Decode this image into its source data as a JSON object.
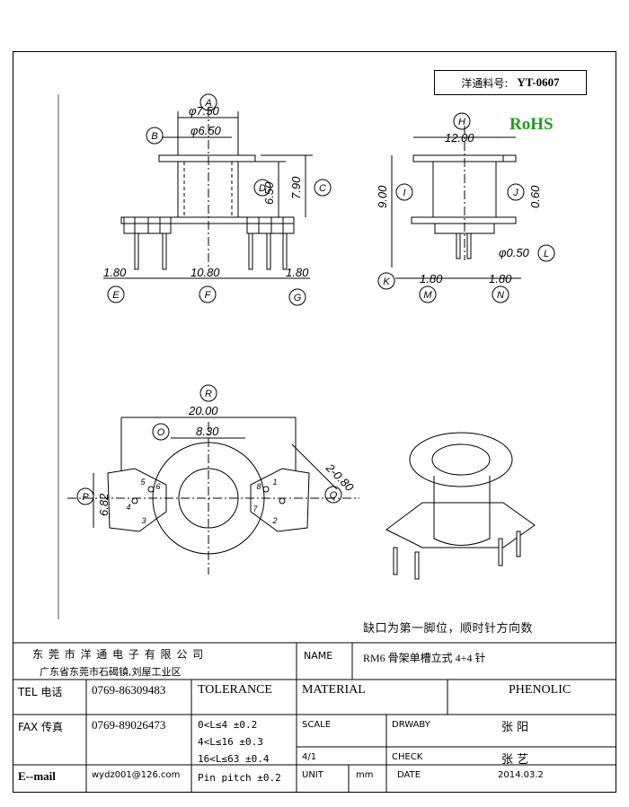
{
  "part_number": {
    "label": "洋通料号:",
    "value": "YT-0607"
  },
  "rohs": "RoHS",
  "dimensions": {
    "A": "φ7.50",
    "B": "φ6.50",
    "C": "7.90",
    "D": "6.50",
    "E": "1.80",
    "F": "10.80",
    "G": "1.80",
    "H": "12.00",
    "I": "9.00",
    "J": "0.60",
    "L": "φ0.50",
    "M": "1.80",
    "N": "1.80",
    "R": "20.00",
    "O": "8.30",
    "P": "6.82",
    "Q": "2-0.80"
  },
  "dimension_letters": [
    "A",
    "B",
    "C",
    "D",
    "E",
    "F",
    "G",
    "H",
    "I",
    "J",
    "K",
    "L",
    "M",
    "N",
    "O",
    "P",
    "Q",
    "R"
  ],
  "pin_numbers": {
    "left": [
      "5",
      "6",
      "4",
      "3"
    ],
    "right": [
      "8",
      "1",
      "7",
      "2"
    ]
  },
  "note": "缺口为第一脚位，顺时针方向数",
  "title_block": {
    "company": "东 莞 市 洋 通 电 子 有 限 公 司",
    "address": "广东省东莞市石碣镇,刘屋工业区",
    "name_label": "NAME",
    "name_value": "RM6 骨架单槽立式 4+4 针",
    "tel_label": "TEL 电话",
    "tel_value": "0769-86309483",
    "fax_label": "FAX 传真",
    "fax_value": "0769-89026473",
    "email_label": "E--mail",
    "email_value": "wydz001@126.com",
    "tolerance_label": "TOLERANCE",
    "tolerance_lines": [
      "0<L≤4   ±0.2",
      "4<L≤16  ±0.3",
      "16<L≤63 ±0.4",
      "Pin pitch ±0.2"
    ],
    "material_label": "MATERIAL",
    "material_value": "PHENOLIC",
    "scale_label": "SCALE",
    "scale_value": "4/1",
    "drawn_label": "DRWABY",
    "drawn_value": "张 阳",
    "check_label": "CHECK",
    "check_value": "张 艺",
    "unit_label": "UNIT",
    "unit_value": "mm",
    "date_label": "DATE",
    "date_value": "2014.03.2"
  }
}
